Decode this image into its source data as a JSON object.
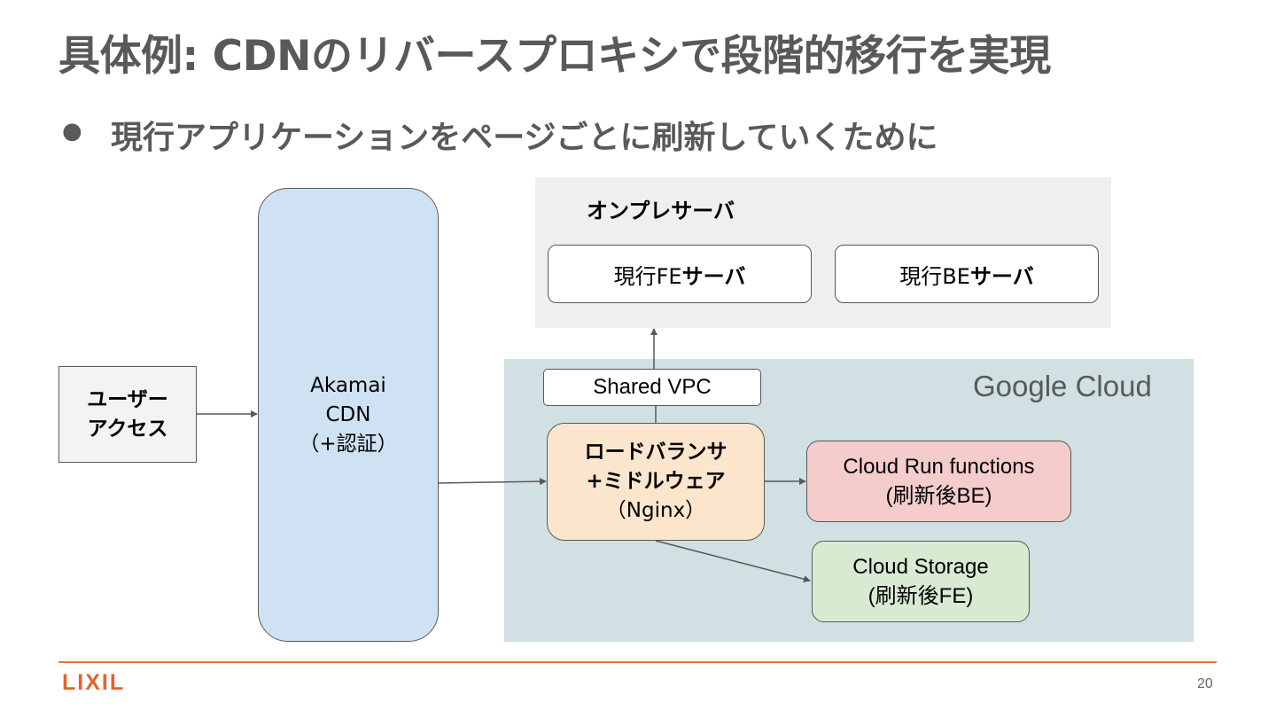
{
  "title": "具体例: CDNのリバースプロキシで段階的移行を実現",
  "bullet": "現行アプリケーションをページごとに刷新していくために",
  "diagram": {
    "user_access": {
      "line1": "ユーザー",
      "line2": "アクセス"
    },
    "cdn": {
      "line1": "Akamai",
      "line2": "CDN",
      "line3": "（+認証）"
    },
    "onprem": {
      "label": "オンプレサーバ",
      "fe_server": {
        "prefix": "現行FE",
        "suffix": "サーバ"
      },
      "be_server": {
        "prefix": "現行BE",
        "suffix": "サーバ"
      }
    },
    "google_cloud": {
      "label": "Google Cloud",
      "shared_vpc": "Shared VPC",
      "load_balancer": {
        "line1": "ロードバランサ",
        "line2": "+ミドルウェア",
        "line3": "（Nginx）"
      },
      "cloud_run": {
        "line1": "Cloud Run functions",
        "line2": "(刷新後BE)"
      },
      "cloud_storage": {
        "line1": "Cloud Storage",
        "line2": "(刷新後FE)"
      }
    }
  },
  "footer": {
    "logo": "LIXIL",
    "page_number": "20"
  },
  "colors": {
    "title": "#595959",
    "cdn_fill": "#cfe2f3",
    "onprem_fill": "#efefef",
    "gcp_fill": "#d0e0e3",
    "lb_fill": "#fce5cd",
    "cloud_run_fill": "#f4cccc",
    "cloud_storage_fill": "#d9ead3",
    "footer_accent": "#e07b39"
  }
}
